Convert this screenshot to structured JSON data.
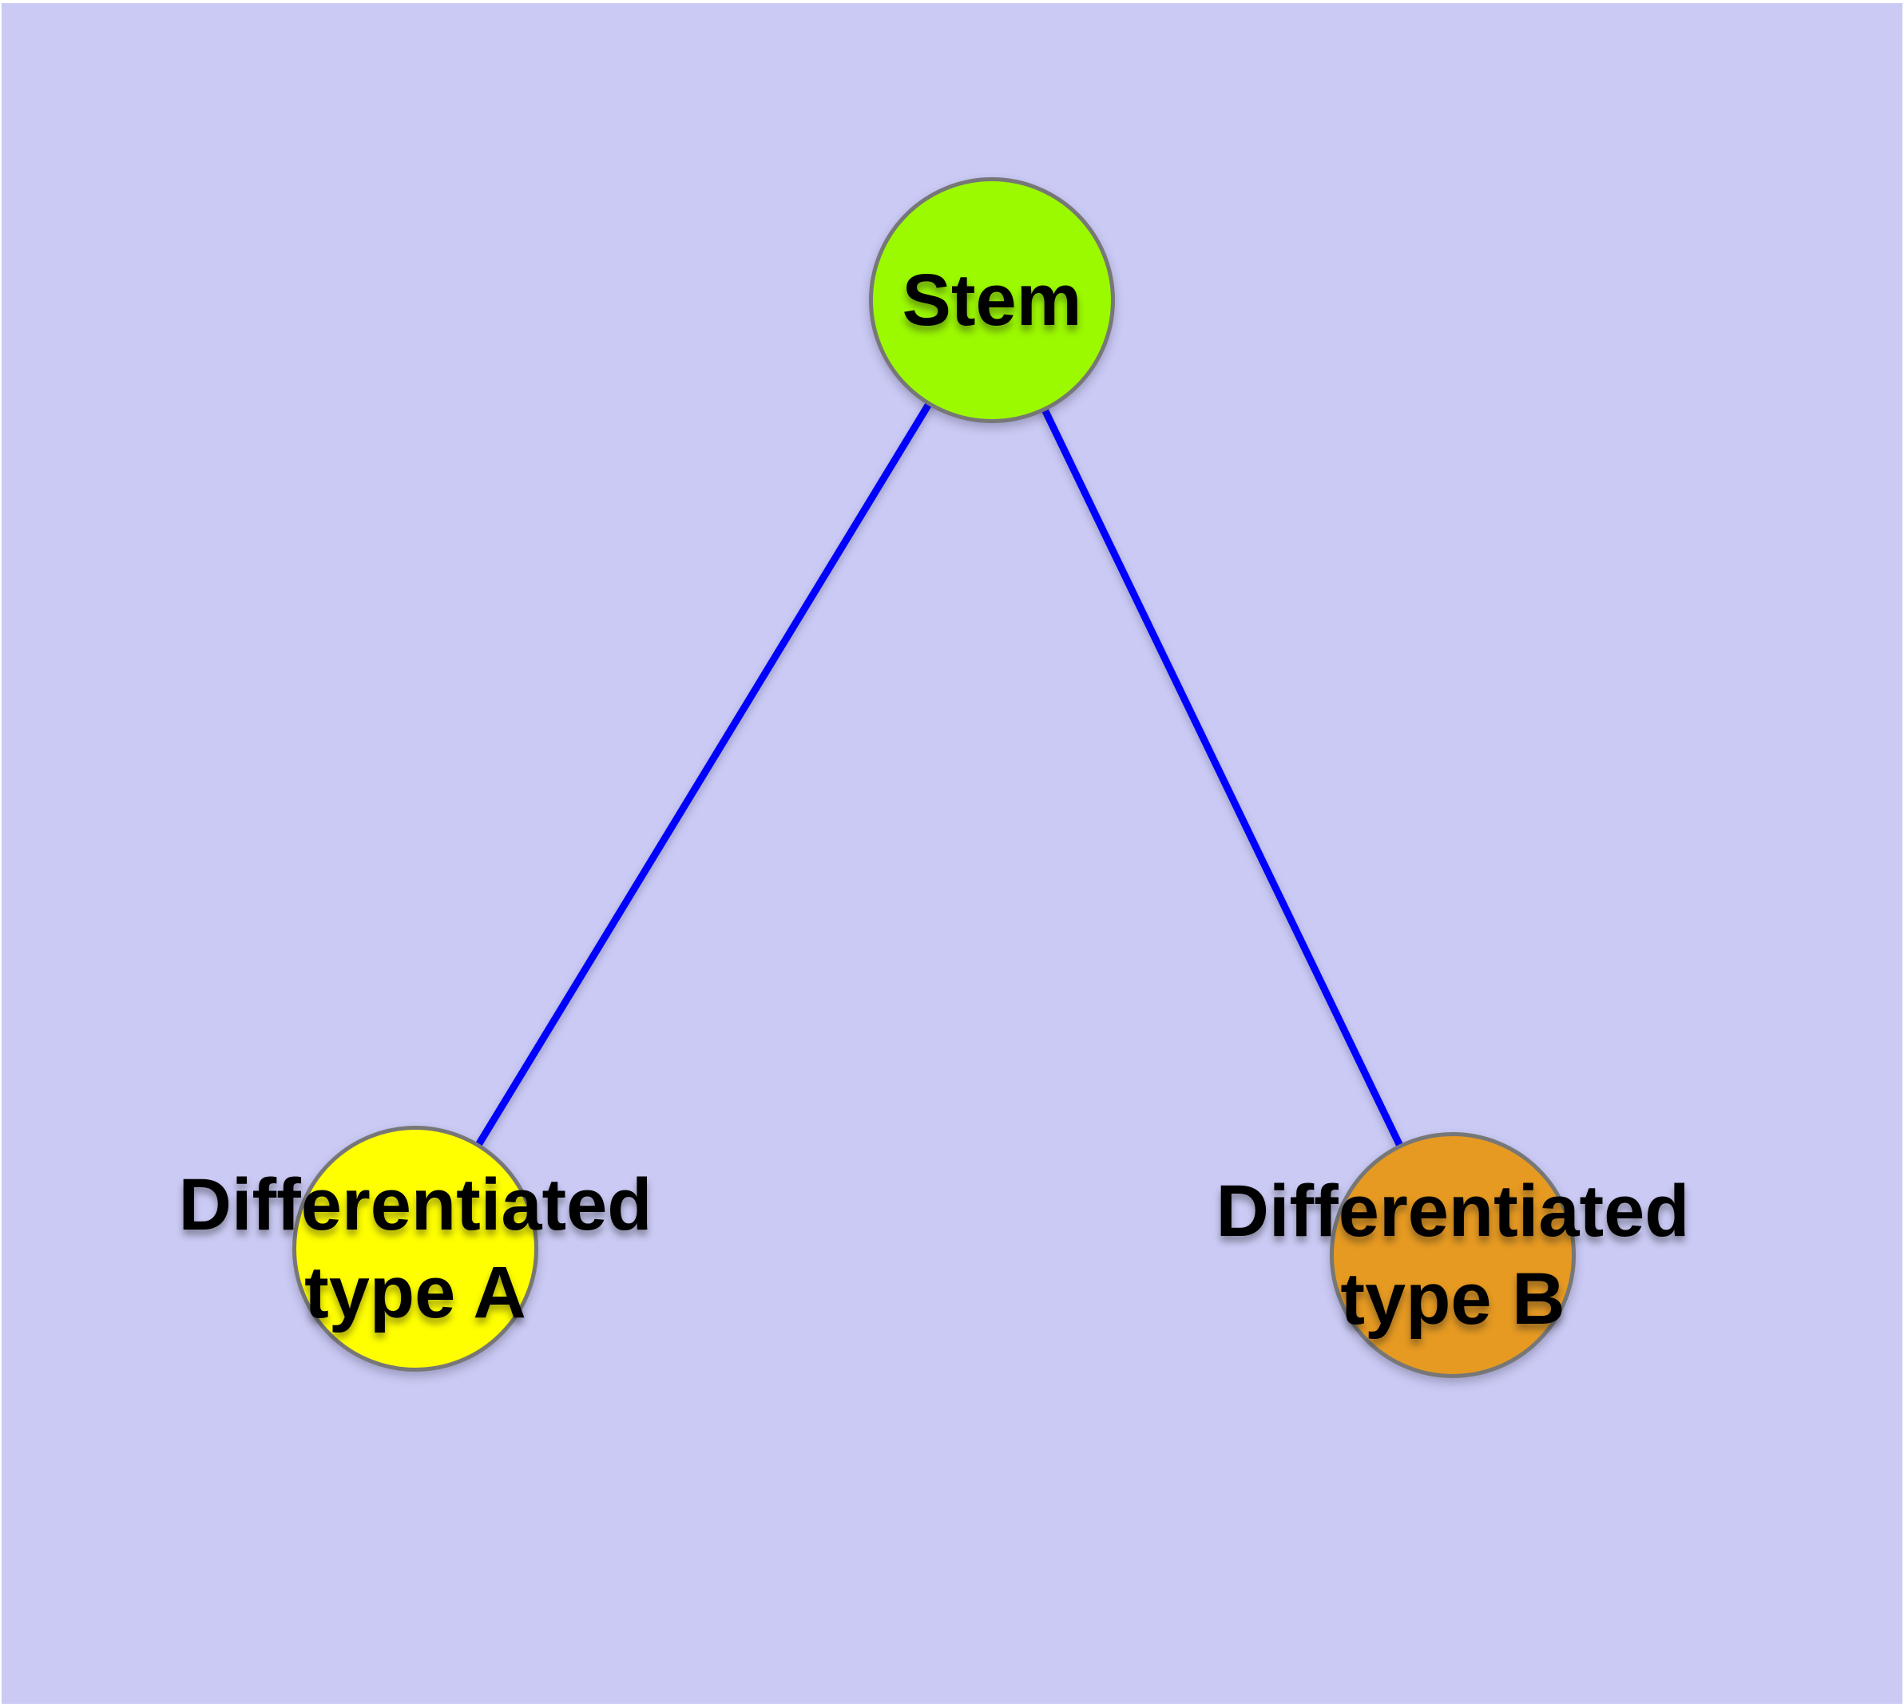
{
  "diagram": {
    "background_color": "#cacaf5",
    "frame_color": "#ffffff",
    "edge_color": "#0000ff",
    "node_border_color": "#777777",
    "text_color": "#000000",
    "nodes": [
      {
        "id": "stem",
        "label": "Stem",
        "fill_color": "#9bf900"
      },
      {
        "id": "differentiated-type-a",
        "label": "Differentiated\ntype A",
        "fill_color": "#ffff00"
      },
      {
        "id": "differentiated-type-b",
        "label": "Differentiated\ntype B",
        "fill_color": "#e69a22"
      }
    ],
    "edges": [
      {
        "from": "stem",
        "to": "differentiated-type-a"
      },
      {
        "from": "stem",
        "to": "differentiated-type-b"
      }
    ]
  }
}
